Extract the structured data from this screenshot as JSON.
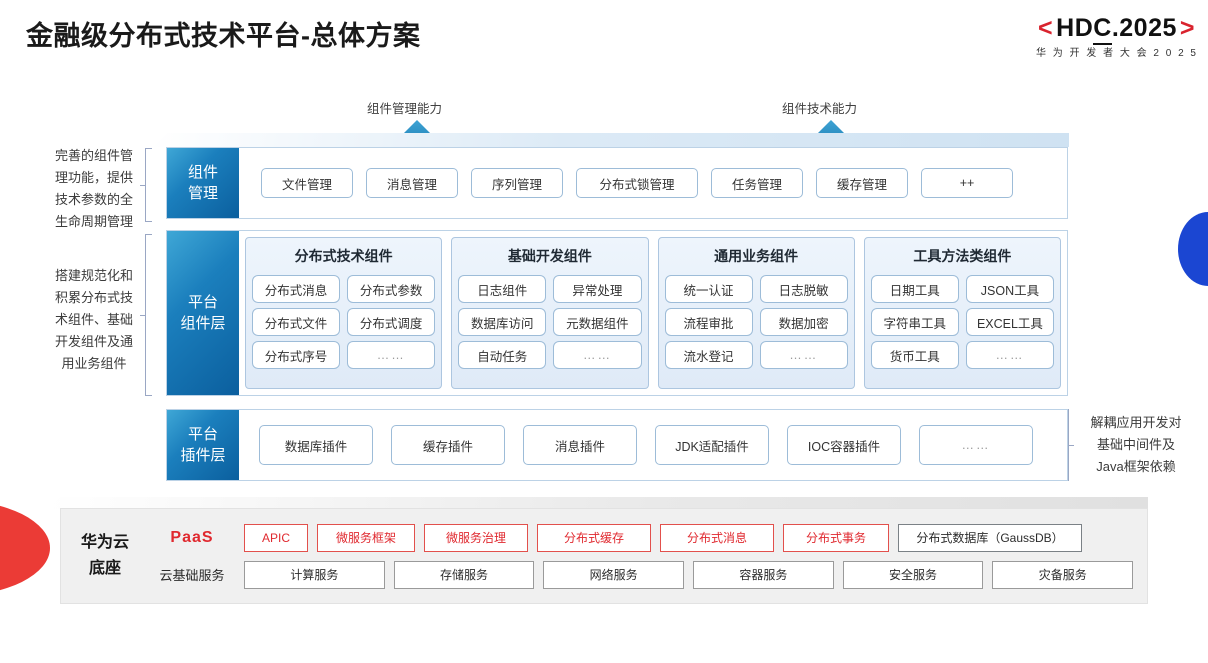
{
  "header": {
    "title": "金融级分布式技术平台-总体方案",
    "logo_prefix": "<",
    "logo_hd": "HD",
    "logo_c": "C",
    "logo_rest": ".2025",
    "logo_suffix": ">",
    "logo_sub": "华 为 开 发 者 大 会 2 0 2 5"
  },
  "colors": {
    "accent_red": "#d9232e",
    "paas_red": "#e0292f",
    "layer_blue_dark": "#0b5f9e",
    "layer_blue_light": "#3fa7d6",
    "arrow_blue": "#1a7fba",
    "blue_lens": "#1b46d2",
    "wedge_red": "#eb3b36"
  },
  "capabilities": [
    {
      "label": "组件管理能力",
      "icon": "up-arrow-icon"
    },
    {
      "label": "组件技术能力",
      "icon": "up-arrow-icon"
    }
  ],
  "side_notes": {
    "left_top": "完善的组件管\n理功能，提供\n技术参数的全\n生命周期管理",
    "left_top_lines": [
      "完善的组件管",
      "理功能，提供",
      "技术参数的全",
      "生命周期管理"
    ],
    "left_mid_lines": [
      "搭建规范化和",
      "积累分布式技",
      "术组件、基础",
      "开发组件及通",
      "用业务组件"
    ],
    "right_lines": [
      "解耦应用开发对",
      "基础中间件及",
      "Java框架依赖"
    ]
  },
  "layers": {
    "component_management": {
      "tab_lines": [
        "组件",
        "管理"
      ],
      "chips": [
        {
          "label": "文件管理",
          "width": 92
        },
        {
          "label": "消息管理",
          "width": 92
        },
        {
          "label": "序列管理",
          "width": 92
        },
        {
          "label": "分布式锁管理",
          "width": 120
        },
        {
          "label": "任务管理",
          "width": 92
        },
        {
          "label": "缓存管理",
          "width": 92
        },
        {
          "label": "++",
          "width": 92
        }
      ]
    },
    "platform_component": {
      "tab_lines": [
        "平台",
        "组件层"
      ],
      "groups": [
        {
          "title": "分布式技术组件",
          "rows": [
            [
              "分布式消息",
              "分布式参数"
            ],
            [
              "分布式文件",
              "分布式调度"
            ],
            [
              "分布式序号",
              "……"
            ]
          ]
        },
        {
          "title": "基础开发组件",
          "rows": [
            [
              "日志组件",
              "异常处理"
            ],
            [
              "数据库访问",
              "元数据组件"
            ],
            [
              "自动任务",
              "……"
            ]
          ]
        },
        {
          "title": "通用业务组件",
          "rows": [
            [
              "统一认证",
              "日志脱敏"
            ],
            [
              "流程审批",
              "数据加密"
            ],
            [
              "流水登记",
              "……"
            ]
          ]
        },
        {
          "title": "工具方法类组件",
          "rows": [
            [
              "日期工具",
              "JSON工具"
            ],
            [
              "字符串工具",
              "EXCEL工具"
            ],
            [
              "货币工具",
              "……"
            ]
          ]
        }
      ]
    },
    "platform_plugin": {
      "tab_lines": [
        "平台",
        "插件层"
      ],
      "chips": [
        {
          "label": "数据库插件",
          "width": 122
        },
        {
          "label": "缓存插件",
          "width": 122
        },
        {
          "label": "消息插件",
          "width": 122
        },
        {
          "label": "JDK适配插件",
          "width": 122
        },
        {
          "label": "IOC容器插件",
          "width": 122
        },
        {
          "label": "……",
          "width": 122
        }
      ]
    }
  },
  "base": {
    "title_lines": [
      "华为云",
      "底座"
    ],
    "paas": {
      "label": "PaaS",
      "items": [
        {
          "label": "APIC",
          "style": "red",
          "width": 64
        },
        {
          "label": "微服务框架",
          "style": "red",
          "width": 100
        },
        {
          "label": "微服务治理",
          "style": "red",
          "width": 106
        },
        {
          "label": "分布式缓存",
          "style": "red",
          "width": 118
        },
        {
          "label": "分布式消息",
          "style": "red",
          "width": 118
        },
        {
          "label": "分布式事务",
          "style": "red",
          "width": 108
        },
        {
          "label": "分布式数据库（GaussDB）",
          "style": "dark",
          "width": 186
        }
      ]
    },
    "cloud": {
      "label": "云基础服务",
      "items": [
        {
          "label": "计算服务",
          "style": "plain"
        },
        {
          "label": "存储服务",
          "style": "plain"
        },
        {
          "label": "网络服务",
          "style": "plain"
        },
        {
          "label": "容器服务",
          "style": "plain"
        },
        {
          "label": "安全服务",
          "style": "plain"
        },
        {
          "label": "灾备服务",
          "style": "plain"
        }
      ]
    }
  }
}
